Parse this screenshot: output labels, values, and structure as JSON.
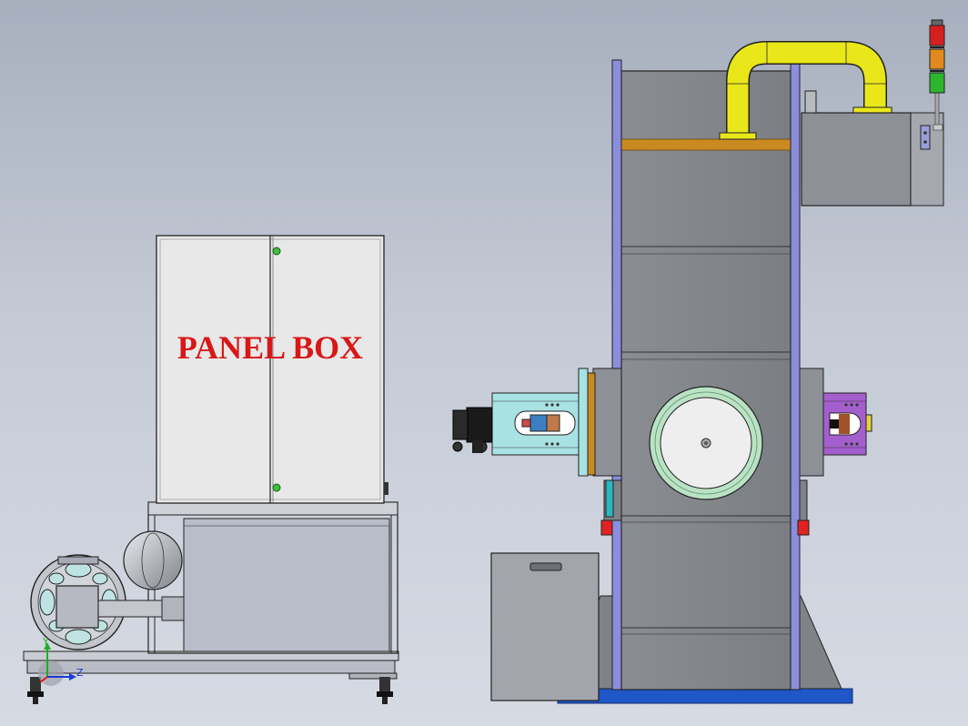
{
  "panel_box": {
    "label": "PANEL BOX",
    "label_color": "#d81818"
  },
  "triad": {
    "y_label": "Y",
    "z_label": "Z"
  },
  "tower_light": {
    "colors": [
      "#d62020",
      "#e08a1e",
      "#2db52d"
    ]
  },
  "colors": {
    "frame_blue": "#8a8edc",
    "base_blue": "#1f56c8",
    "pipe_yellow": "#e9e71a",
    "viewport_green": "#b9e3c4",
    "left_flange_cyan": "#a8e2e2",
    "right_flange_purple": "#a45fce",
    "accent_orange": "#c98a22",
    "stop_red": "#e12222"
  }
}
